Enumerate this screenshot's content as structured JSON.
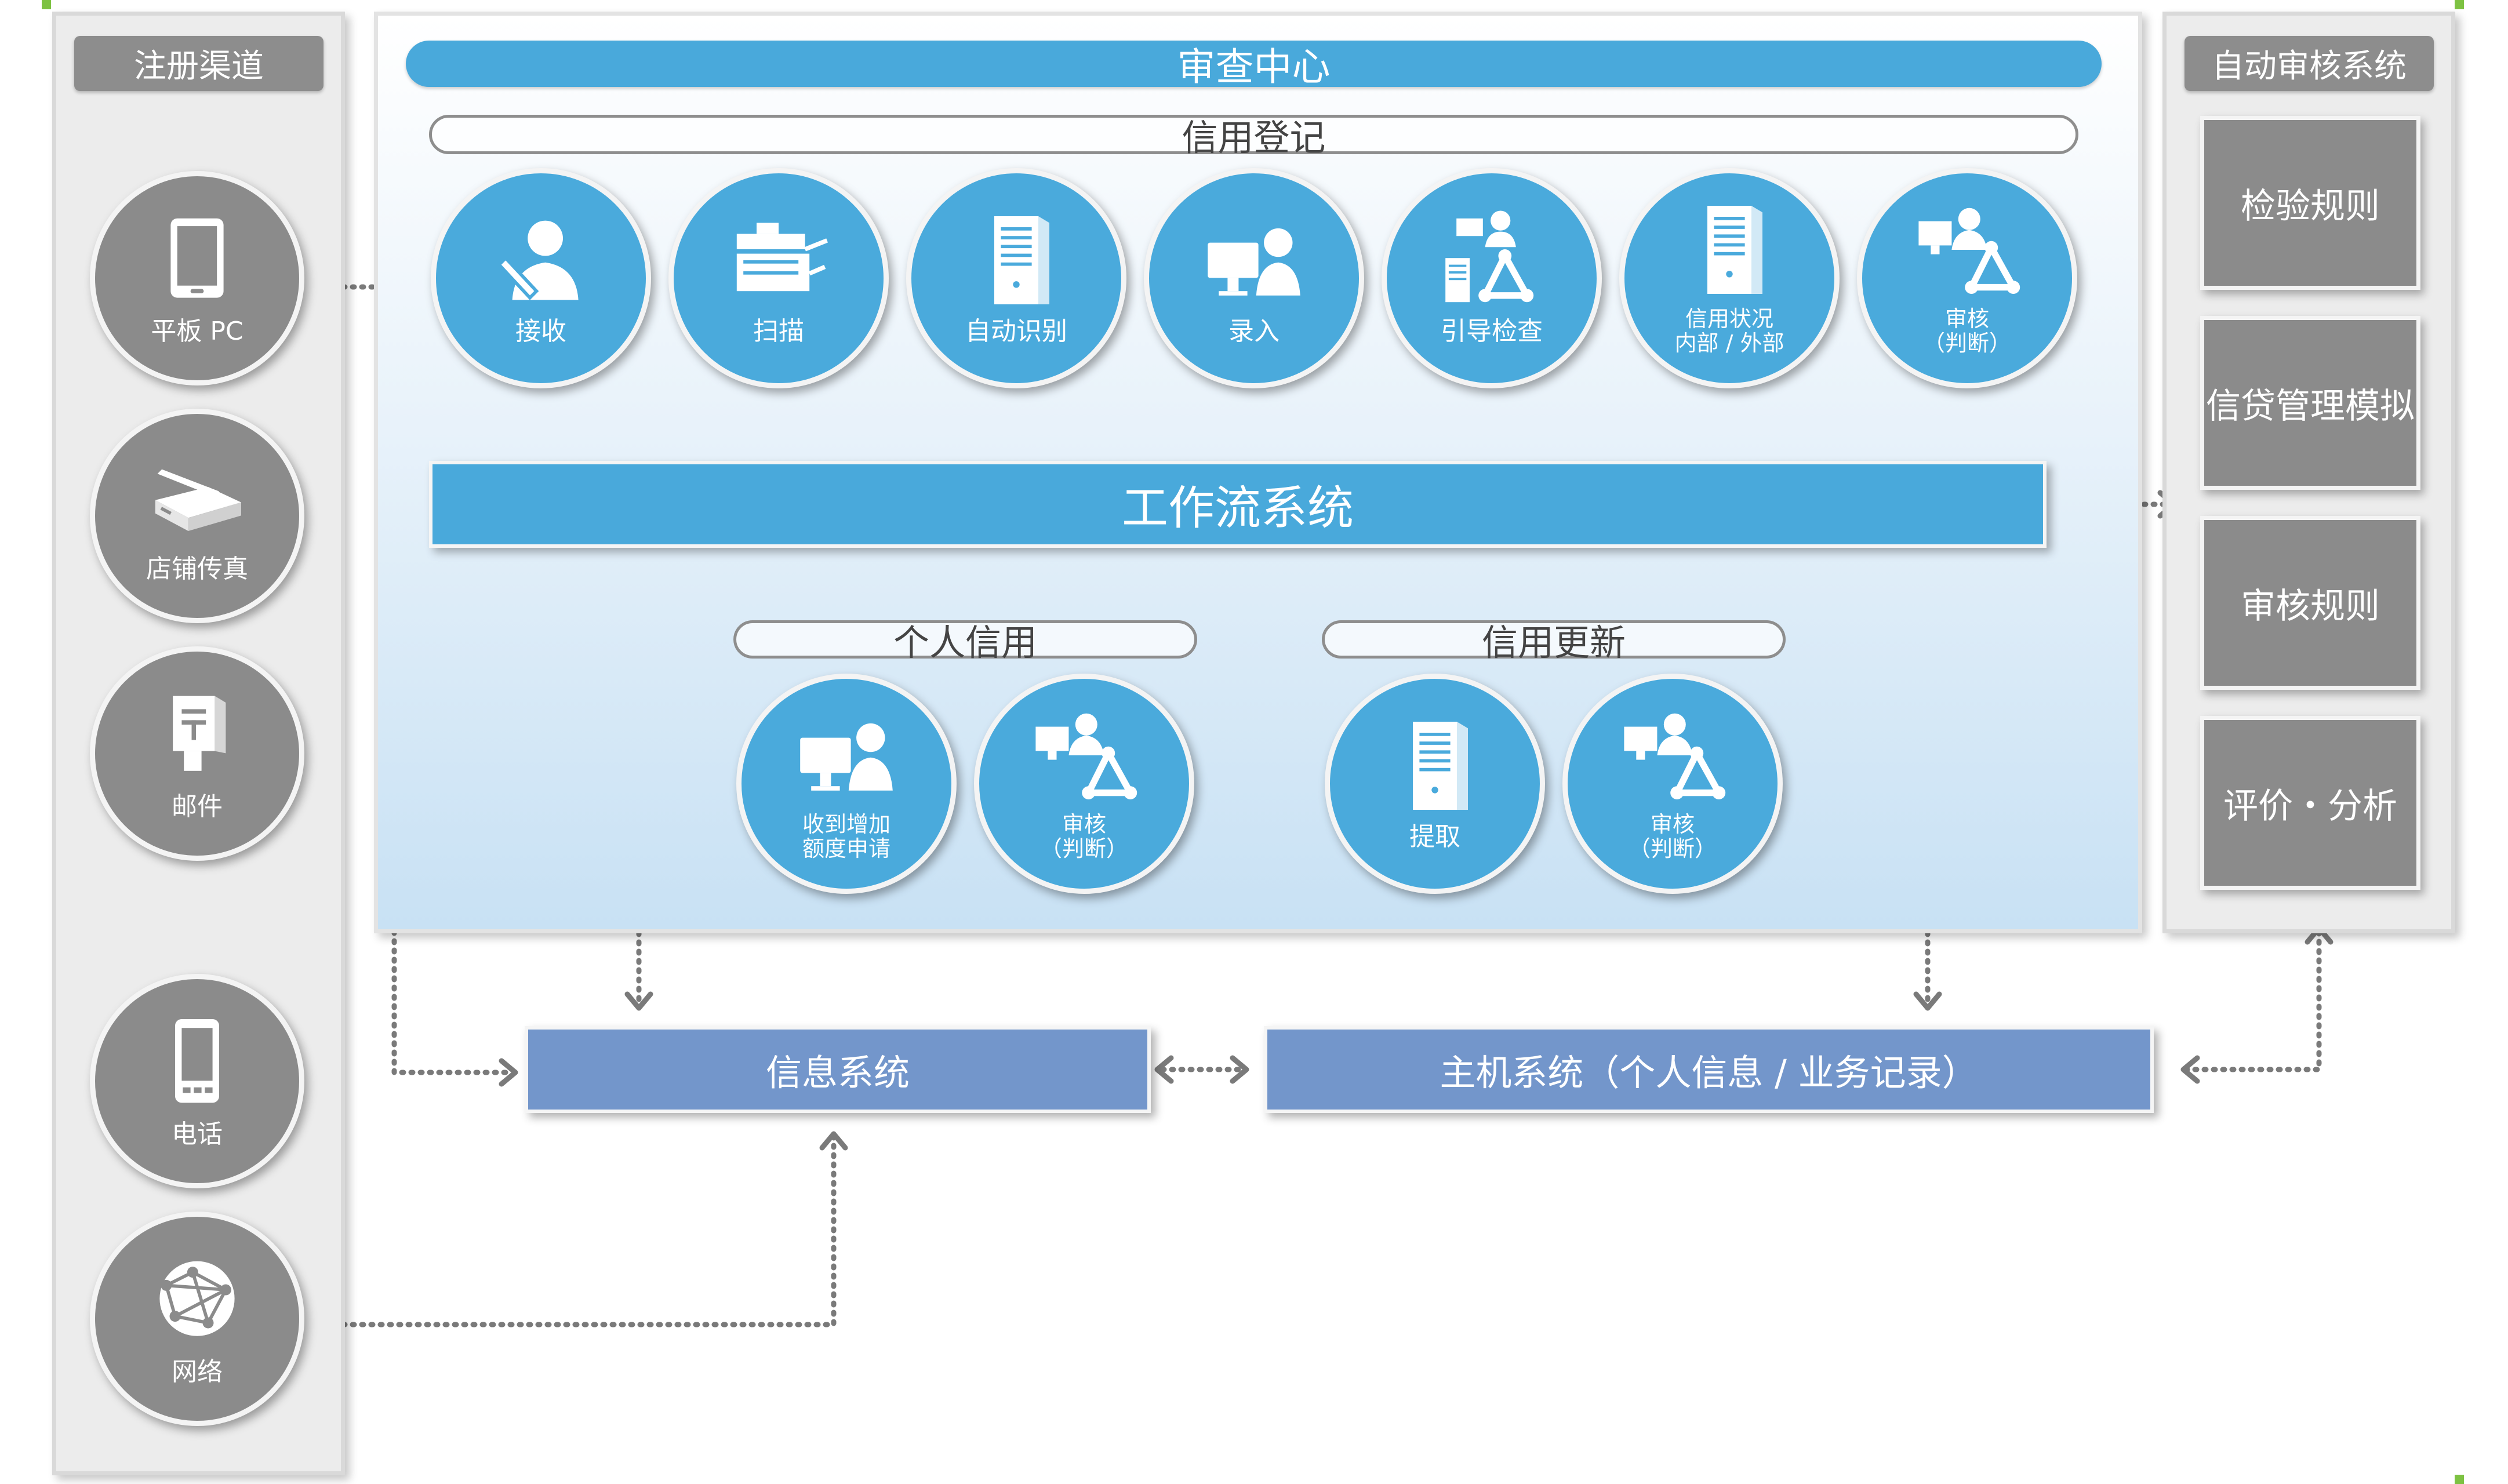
{
  "left_panel": {
    "title": "注册渠道",
    "items": [
      {
        "label": "平板 PC",
        "icon": "tablet-icon"
      },
      {
        "label": "店铺传真",
        "icon": "scanner-icon"
      },
      {
        "label": "邮件",
        "icon": "mailbox-icon"
      },
      {
        "label": "电话",
        "icon": "phone-icon"
      },
      {
        "label": "网络",
        "icon": "globe-network-icon"
      }
    ]
  },
  "center": {
    "title": "审查中心",
    "credit_registration": {
      "title": "信用登记",
      "steps": [
        {
          "label": "接收",
          "icon": "person-writing-icon"
        },
        {
          "label": "扫描",
          "icon": "scanner-machine-icon"
        },
        {
          "label": "自动识别",
          "icon": "server-icon"
        },
        {
          "label": "录入",
          "icon": "computer-user-icon"
        },
        {
          "label": "引导检查",
          "icon": "user-server-triangle-icon"
        },
        {
          "label_lines": [
            "信用状况",
            "内部 / 外部"
          ],
          "icon": "server-icon"
        },
        {
          "label_lines": [
            "审核",
            "（判断）"
          ],
          "icon": "computer-user-triangle-icon"
        }
      ]
    },
    "workflow": "工作流系统",
    "personal_credit": {
      "title": "个人信用",
      "steps": [
        {
          "label_lines": [
            "收到增加",
            "额度申请"
          ],
          "icon": "computer-user-icon"
        },
        {
          "label_lines": [
            "审核",
            "（判断）"
          ],
          "icon": "computer-user-triangle-icon"
        }
      ]
    },
    "credit_update": {
      "title": "信用更新",
      "steps": [
        {
          "label": "提取",
          "icon": "server-icon"
        },
        {
          "label_lines": [
            "审核",
            "（判断）"
          ],
          "icon": "computer-user-triangle-icon"
        }
      ]
    }
  },
  "right_panel": {
    "title": "自动审核系统",
    "rules": [
      "检验规则",
      "信贷管理模拟",
      "审核规则",
      "评价・分析"
    ]
  },
  "systems": {
    "info": "信息系统",
    "host": "主机系统（个人信息 / 业务记录）"
  },
  "colors": {
    "blue": "#4aaadc",
    "gray": "#8b8b8b",
    "system_blue": "#7396cb",
    "arrow": "#777777"
  }
}
